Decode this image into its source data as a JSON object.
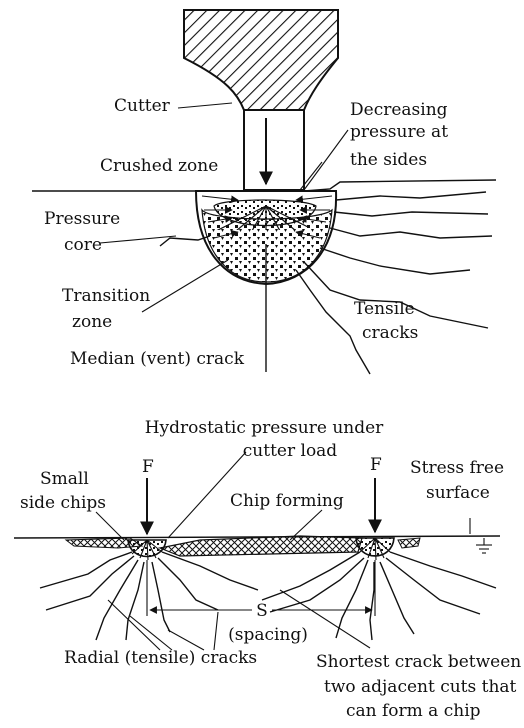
{
  "top_diagram": {
    "labels": {
      "cutter": "Cutter",
      "crushed_zone": "Crushed zone",
      "decreasing_pressure_1": "Decreasing",
      "decreasing_pressure_2": "pressure at",
      "decreasing_pressure_3": "the sides",
      "pressure_core_1": "Pressure",
      "pressure_core_2": "core",
      "transition_zone_1": "Transition",
      "transition_zone_2": "zone",
      "tensile_cracks_1": "Tensile",
      "tensile_cracks_2": "cracks",
      "median_crack": "Median (vent) crack"
    }
  },
  "bottom_diagram": {
    "labels": {
      "hydrostatic_1": "Hydrostatic pressure under",
      "hydrostatic_2": "cutter load",
      "small_side_chips_1": "Small",
      "small_side_chips_2": "side chips",
      "force_left": "F",
      "force_right": "F",
      "stress_free_1": "Stress free",
      "stress_free_2": "surface",
      "chip_forming": "Chip forming",
      "spacing_symbol": "S",
      "spacing_word": "(spacing)",
      "radial_cracks": "Radial (tensile) cracks",
      "shortest_crack_1": "Shortest crack between",
      "shortest_crack_2": "two adjacent cuts that",
      "shortest_crack_3": "can form a chip"
    }
  }
}
